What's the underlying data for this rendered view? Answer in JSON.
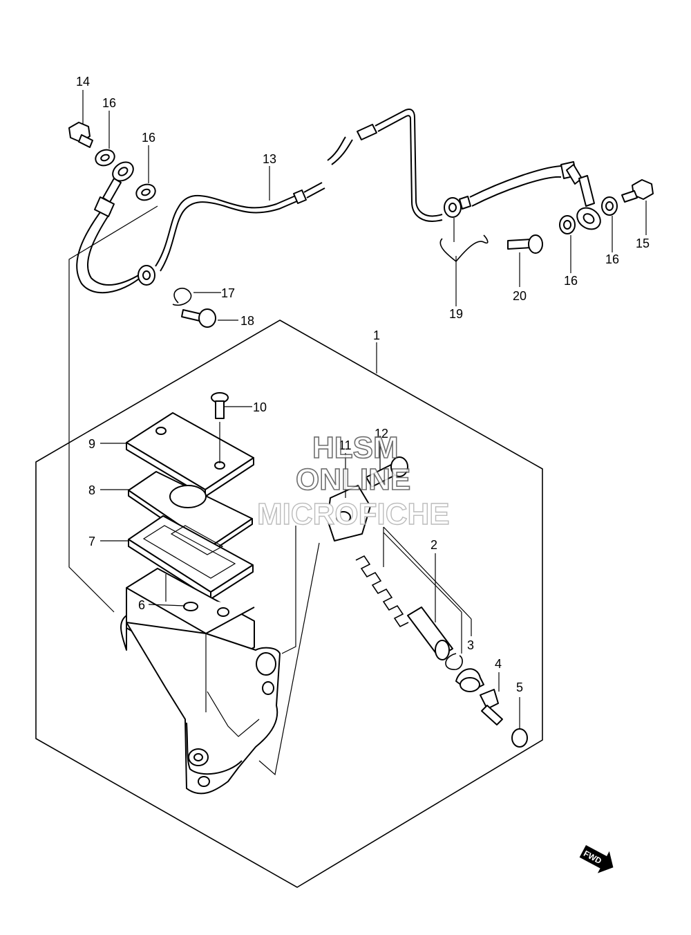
{
  "callouts": {
    "p1": "1",
    "p2": "2",
    "p3": "3",
    "p4": "4",
    "p5": "5",
    "p6": "6",
    "p7": "7",
    "p8": "8",
    "p9": "9",
    "p10": "10",
    "p11": "11",
    "p12": "12",
    "p13": "13",
    "p14": "14",
    "p15": "15",
    "p16a": "16",
    "p16b": "16",
    "p16c": "16",
    "p16d": "16",
    "p17": "17",
    "p18": "18",
    "p19": "19",
    "p20": "20"
  },
  "watermark": {
    "line1": "HLSM",
    "line2": "ONLINE",
    "line3": "MICROFICHE"
  },
  "fwd_label": "FWD"
}
